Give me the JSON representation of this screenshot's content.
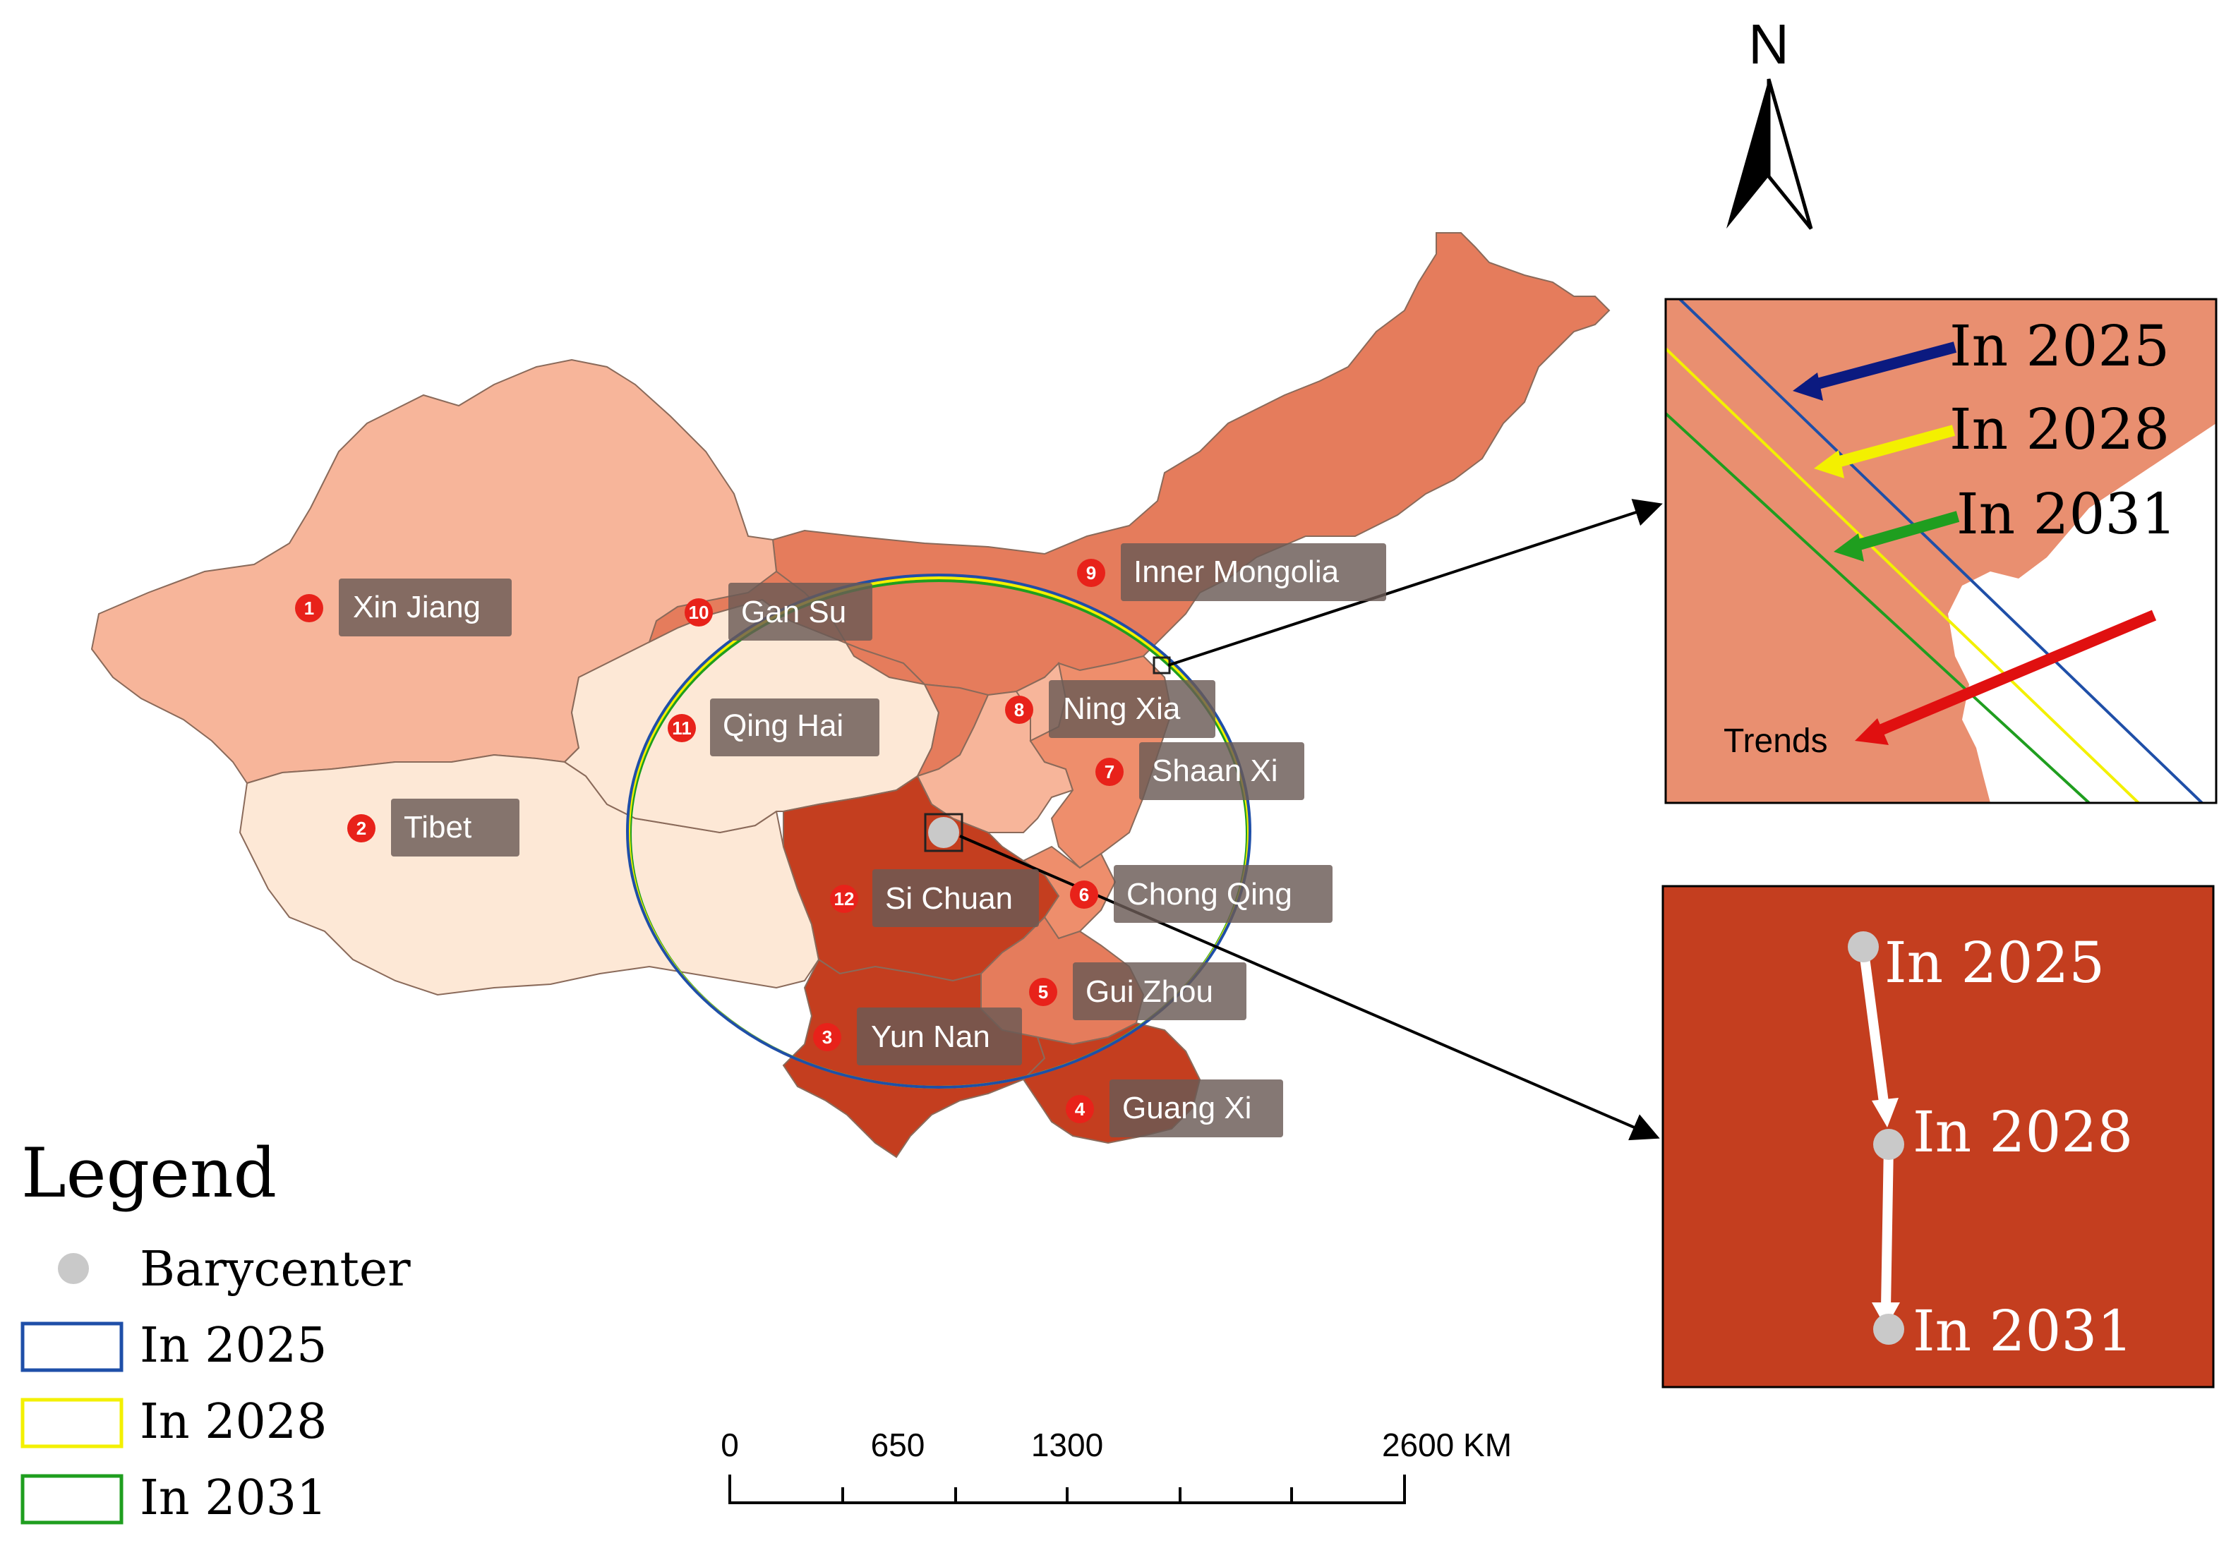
{
  "north_label": "N",
  "colors": {
    "lightest": "#fde8d6",
    "light": "#f7b59a",
    "mid": "#e57c5c",
    "midlight": "#ee8e6c",
    "dark": "#c43e1f",
    "circle_2025": "#1f4fa8",
    "circle_2028": "#f3f000",
    "circle_2031": "#1f9e1f",
    "barycenter": "#c9c9c9",
    "trend_arrow": "#e01010"
  },
  "provinces": [
    {
      "rank": "1",
      "name": "Xin Jiang"
    },
    {
      "rank": "2",
      "name": "Tibet"
    },
    {
      "rank": "3",
      "name": "Yun Nan"
    },
    {
      "rank": "4",
      "name": "Guang Xi"
    },
    {
      "rank": "5",
      "name": "Gui Zhou"
    },
    {
      "rank": "6",
      "name": "Chong Qing"
    },
    {
      "rank": "7",
      "name": "Shaan Xi"
    },
    {
      "rank": "8",
      "name": "Ning Xia"
    },
    {
      "rank": "9",
      "name": "Inner Mongolia"
    },
    {
      "rank": "10",
      "name": "Gan Su"
    },
    {
      "rank": "11",
      "name": "Qing Hai"
    },
    {
      "rank": "12",
      "name": "Si Chuan"
    }
  ],
  "inset_top": {
    "labels": [
      "In 2025",
      "In 2028",
      "In 2031"
    ],
    "trend_label": "Trends"
  },
  "inset_bottom": {
    "labels": [
      "In 2025",
      "In 2028",
      "In 2031"
    ]
  },
  "legend": {
    "title": "Legend",
    "items": [
      "Barycenter",
      "In 2025",
      "In 2028",
      "In 2031"
    ]
  },
  "scale_bar": {
    "ticks": [
      "0",
      "650",
      "1300",
      "2600 KM"
    ]
  }
}
